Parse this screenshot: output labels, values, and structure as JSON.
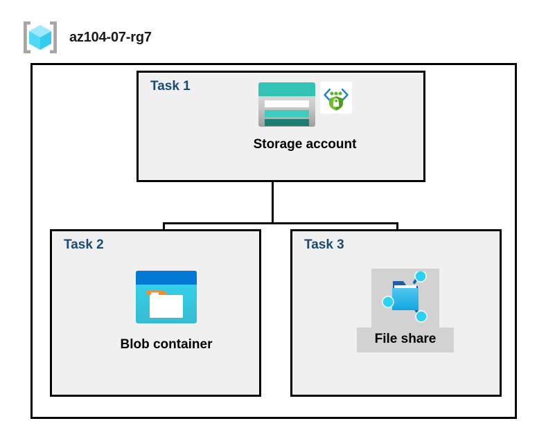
{
  "diagram": {
    "resource_group": {
      "name": "az104-07-rg7",
      "icon": "resource-group-cube-icon"
    },
    "tasks": [
      {
        "id": "task-1",
        "label": "Task 1",
        "node": {
          "caption": "Storage account",
          "icons": [
            "storage-account-icon",
            "secure-endpoint-shield-icon"
          ]
        }
      },
      {
        "id": "task-2",
        "label": "Task 2",
        "node": {
          "caption": "Blob container",
          "icons": [
            "blob-container-icon"
          ]
        }
      },
      {
        "id": "task-3",
        "label": "Task 3",
        "node": {
          "caption": "File share",
          "icons": [
            "file-share-folder-icon"
          ]
        }
      }
    ],
    "connections": [
      {
        "from": "Storage account",
        "to": "Blob container"
      },
      {
        "from": "Storage account",
        "to": "File share"
      }
    ],
    "colors": {
      "border": "#000000",
      "task_fill": "#f0f0f0",
      "task_label": "#1a4971",
      "caption": "#000000",
      "canvas": "#ffffff",
      "highlight_plate": "#d2d2d2",
      "azure_blue": "#0078d4",
      "storage_teal": "#32c3b4",
      "blob_cyan": "#32d2ef",
      "accent_orange": "#f98c28",
      "shield_green": "#5cb125"
    }
  }
}
